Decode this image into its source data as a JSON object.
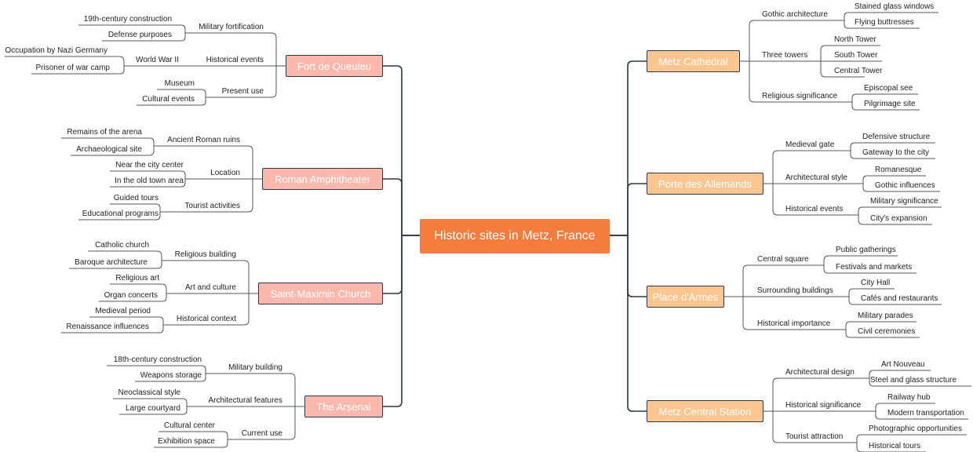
{
  "root": {
    "label": "Historic sites in Metz, France"
  },
  "left": [
    {
      "label": "Fort de Queuleu",
      "children": [
        {
          "label": "Military fortification",
          "children": [
            {
              "label": "19th-century construction"
            },
            {
              "label": "Defense purposes"
            }
          ]
        },
        {
          "label": "Historical events",
          "children": [
            {
              "label": "World War II",
              "children": [
                {
                  "label": "Occupation by Nazi Germany"
                },
                {
                  "label": "Prisoner of war camp"
                }
              ]
            }
          ]
        },
        {
          "label": "Present use",
          "children": [
            {
              "label": "Museum"
            },
            {
              "label": "Cultural events"
            }
          ]
        }
      ]
    },
    {
      "label": "Roman Amphitheater",
      "children": [
        {
          "label": "Ancient Roman ruins",
          "children": [
            {
              "label": "Remains of the arena"
            },
            {
              "label": "Archaeological site"
            }
          ]
        },
        {
          "label": "Location",
          "children": [
            {
              "label": "Near the city center"
            },
            {
              "label": "In the old town area"
            }
          ]
        },
        {
          "label": "Tourist activities",
          "children": [
            {
              "label": "Guided tours"
            },
            {
              "label": "Educational programs"
            }
          ]
        }
      ]
    },
    {
      "label": "Saint-Maximin Church",
      "children": [
        {
          "label": "Religious building",
          "children": [
            {
              "label": "Catholic church"
            },
            {
              "label": "Baroque architecture"
            }
          ]
        },
        {
          "label": "Art and culture",
          "children": [
            {
              "label": "Religious art"
            },
            {
              "label": "Organ concerts"
            }
          ]
        },
        {
          "label": "Historical context",
          "children": [
            {
              "label": "Medieval period"
            },
            {
              "label": "Renaissance influences"
            }
          ]
        }
      ]
    },
    {
      "label": "The Arsenal",
      "children": [
        {
          "label": "Military building",
          "children": [
            {
              "label": "18th-century construction"
            },
            {
              "label": "Weapons storage"
            }
          ]
        },
        {
          "label": "Architectural features",
          "children": [
            {
              "label": "Neoclassical style"
            },
            {
              "label": "Large courtyard"
            }
          ]
        },
        {
          "label": "Current use",
          "children": [
            {
              "label": "Cultural center"
            },
            {
              "label": "Exhibition space"
            }
          ]
        }
      ]
    }
  ],
  "right": [
    {
      "label": "Metz Cathedral",
      "children": [
        {
          "label": "Gothic architecture",
          "children": [
            {
              "label": "Stained glass windows"
            },
            {
              "label": "Flying buttresses"
            }
          ]
        },
        {
          "label": "Three towers",
          "children": [
            {
              "label": "North Tower"
            },
            {
              "label": "South Tower"
            },
            {
              "label": "Central Tower"
            }
          ]
        },
        {
          "label": "Religious significance",
          "children": [
            {
              "label": "Episcopal see"
            },
            {
              "label": "Pilgrimage site"
            }
          ]
        }
      ]
    },
    {
      "label": "Porte des Allemands",
      "children": [
        {
          "label": "Medieval gate",
          "children": [
            {
              "label": "Defensive structure"
            },
            {
              "label": "Gateway to the city"
            }
          ]
        },
        {
          "label": "Architectural style",
          "children": [
            {
              "label": "Romanesque"
            },
            {
              "label": "Gothic influences"
            }
          ]
        },
        {
          "label": "Historical events",
          "children": [
            {
              "label": "Military significance"
            },
            {
              "label": "City's expansion"
            }
          ]
        }
      ]
    },
    {
      "label": "Place d'Armes",
      "children": [
        {
          "label": "Central square",
          "children": [
            {
              "label": "Public gatherings"
            },
            {
              "label": "Festivals and markets"
            }
          ]
        },
        {
          "label": "Surrounding buildings",
          "children": [
            {
              "label": "City Hall"
            },
            {
              "label": "Cafés and restaurants"
            }
          ]
        },
        {
          "label": "Historical importance",
          "children": [
            {
              "label": "Military parades"
            },
            {
              "label": "Civil ceremonies"
            }
          ]
        }
      ]
    },
    {
      "label": "Metz Central Station",
      "children": [
        {
          "label": "Architectural design",
          "children": [
            {
              "label": "Art Nouveau"
            },
            {
              "label": "Steel and glass structure"
            }
          ]
        },
        {
          "label": "Historical significance",
          "children": [
            {
              "label": "Railway hub"
            },
            {
              "label": "Modern transportation"
            }
          ]
        },
        {
          "label": "Tourist attraction",
          "children": [
            {
              "label": "Photographic opportunities"
            },
            {
              "label": "Historical tours"
            }
          ]
        }
      ]
    }
  ]
}
